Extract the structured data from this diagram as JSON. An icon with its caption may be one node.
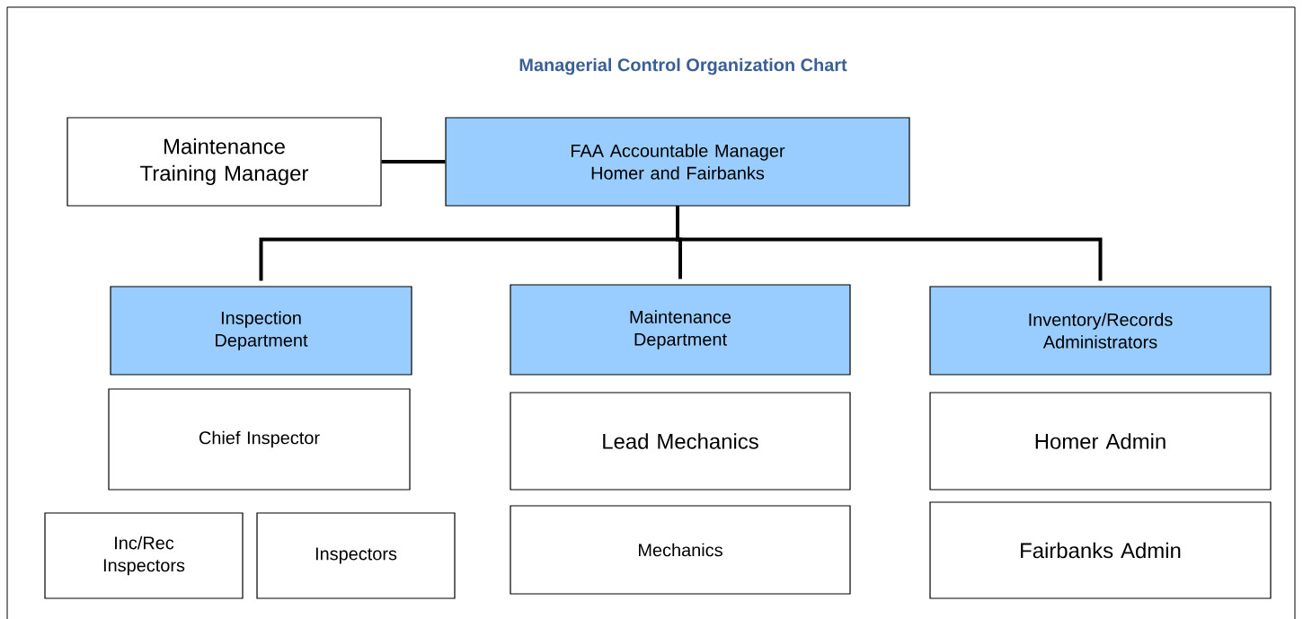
{
  "diagram": {
    "title": "Managerial Control Organization Chart",
    "nodes": [
      {
        "text": [
          "Maintenance Training Manager"
        ]
      },
      {
        "text": [
          "FAA Accountable Manager Homer and Fairbanks"
        ]
      },
      {
        "text": [
          "Inspection Department"
        ]
      },
      {
        "text": [
          "Maintenance Department"
        ]
      },
      {
        "text": [
          "Inventory/Records Administrators"
        ]
      },
      {
        "text": [
          "Chief Inspector"
        ]
      },
      {
        "text": [
          "Inc/Rec Inspectors"
        ]
      },
      {
        "text": [
          "Inspectors"
        ]
      },
      {
        "text": [
          "Lead Mechanics"
        ]
      },
      {
        "text": [
          "Mechanics"
        ]
      },
      {
        "text": [
          "Homer Admin"
        ]
      },
      {
        "text": [
          "Fairbanks Admin"
        ]
      }
    ],
    "edges": [
      {
        "from": 0,
        "to": 1,
        "arrow": "none"
      },
      {
        "from": 1,
        "to": 2,
        "arrow": "none"
      },
      {
        "from": 1,
        "to": 3,
        "arrow": "none"
      },
      {
        "from": 1,
        "to": 4,
        "arrow": "none"
      }
    ]
  }
}
